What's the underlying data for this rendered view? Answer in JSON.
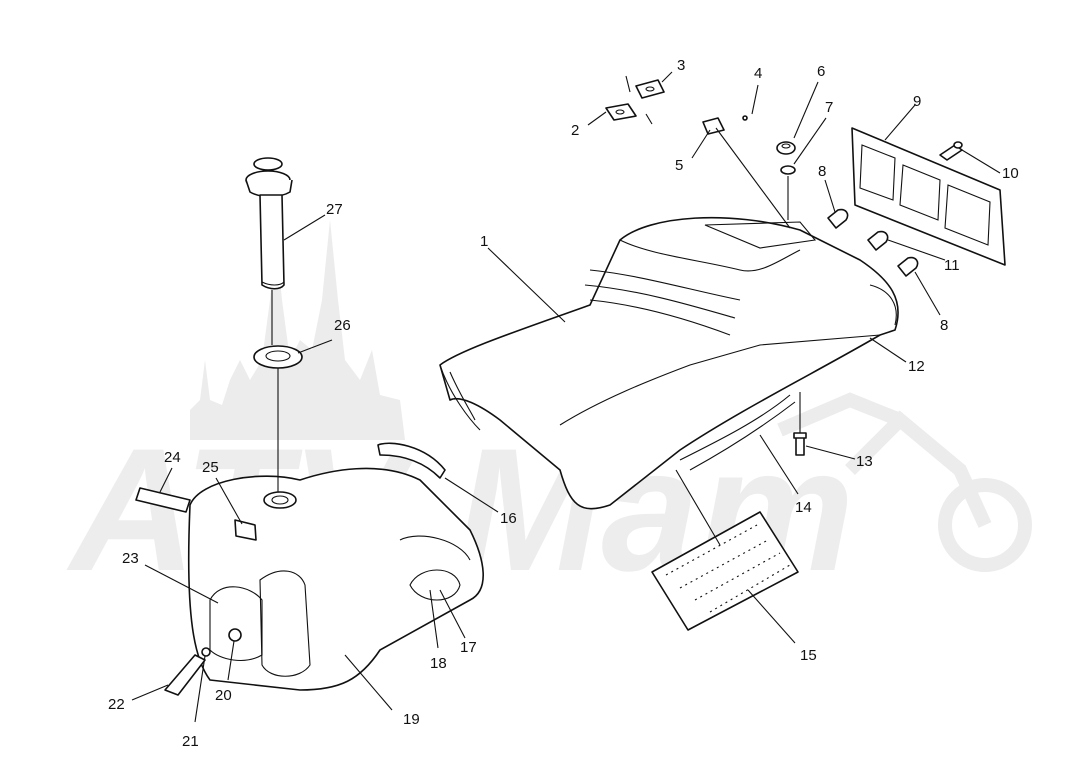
{
  "watermark_text": "ATV Mam",
  "callouts": [
    {
      "id": "1",
      "label": "1"
    },
    {
      "id": "2",
      "label": "2"
    },
    {
      "id": "3",
      "label": "3"
    },
    {
      "id": "4",
      "label": "4"
    },
    {
      "id": "5",
      "label": "5"
    },
    {
      "id": "6",
      "label": "6"
    },
    {
      "id": "7",
      "label": "7"
    },
    {
      "id": "8a",
      "label": "8"
    },
    {
      "id": "8b",
      "label": "8"
    },
    {
      "id": "9",
      "label": "9"
    },
    {
      "id": "10",
      "label": "10"
    },
    {
      "id": "11",
      "label": "11"
    },
    {
      "id": "12",
      "label": "12"
    },
    {
      "id": "13",
      "label": "13"
    },
    {
      "id": "14",
      "label": "14"
    },
    {
      "id": "15",
      "label": "15"
    },
    {
      "id": "16",
      "label": "16"
    },
    {
      "id": "17",
      "label": "17"
    },
    {
      "id": "18",
      "label": "18"
    },
    {
      "id": "19",
      "label": "19"
    },
    {
      "id": "20",
      "label": "20"
    },
    {
      "id": "21",
      "label": "21"
    },
    {
      "id": "22",
      "label": "22"
    },
    {
      "id": "23",
      "label": "23"
    },
    {
      "id": "24",
      "label": "24"
    },
    {
      "id": "25",
      "label": "25"
    },
    {
      "id": "26",
      "label": "26"
    },
    {
      "id": "27",
      "label": "27"
    }
  ]
}
